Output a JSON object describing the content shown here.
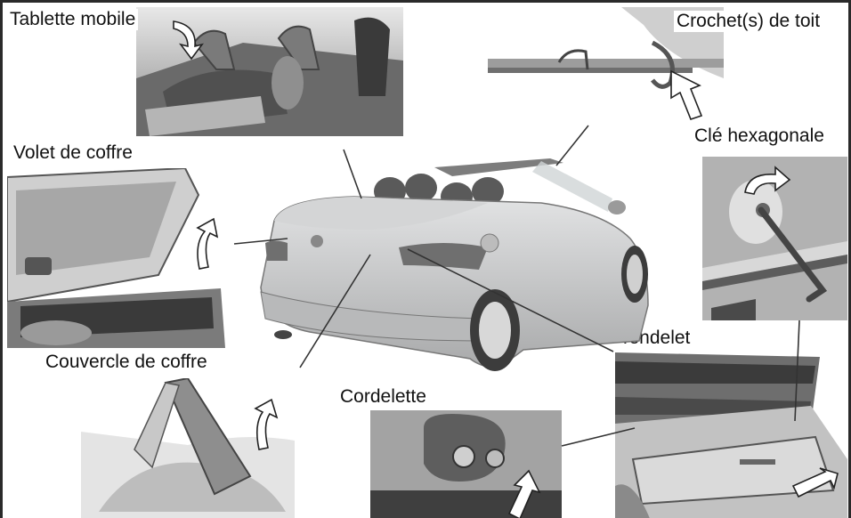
{
  "labels": {
    "tablette_mobile": "Tablette mobile",
    "crochets_de_toit": "Crochet(s) de toit",
    "cle_hexagonale": "Clé hexagonale",
    "volet_de_coffre": "Volet de coffre",
    "couvercle_de_coffre": "Couvercle de coffre",
    "cordelette": "Cordelette",
    "tendelet": "Tendelet"
  },
  "colors": {
    "text": "#111111",
    "frame": "#2a2a2a",
    "leader": "#333333",
    "car_body": "#c9cacb",
    "photo_gray": "#9a9a9a",
    "arrow_fill": "#ffffff"
  }
}
